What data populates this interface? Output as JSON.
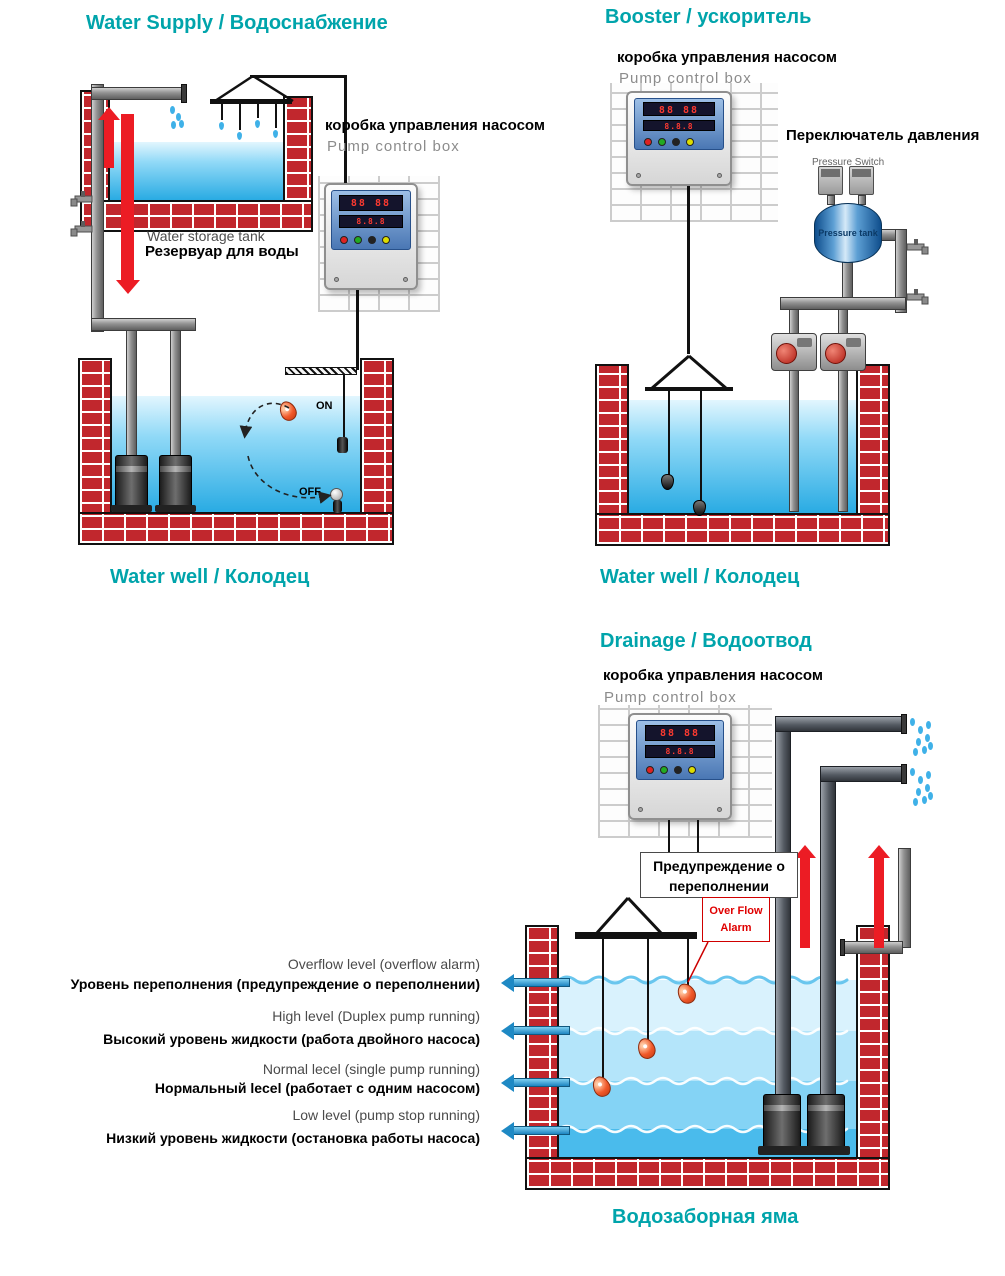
{
  "colors": {
    "teal": "#00a4ab",
    "brick": "#c1272d",
    "arrow_red": "#ec1c24",
    "water": "#29abe3"
  },
  "control_box": {
    "display": "88 88",
    "display2": "8.8.8"
  },
  "water_supply": {
    "title": "Water Supply / Водоснабжение",
    "box_label_ru": "коробка управления насосом",
    "box_label_en": "Pump control box",
    "tank_label_en": "Water storage tank",
    "tank_label_ru": "Резервуар для воды",
    "float_on": "ON",
    "float_off": "OFF",
    "well_label": "Water well / Колодец"
  },
  "booster": {
    "title": "Booster / ускоритель",
    "box_label_ru": "коробка управления насосом",
    "box_label_en": "Pump control box",
    "pressure_switch_ru": "Переключатель давления",
    "pressure_switch_en": "Pressure Switch",
    "pressure_tank_label": "Pressure tank",
    "well_label": "Water well / Колодец"
  },
  "drainage": {
    "title": "Drainage / Водоотвод",
    "box_label_ru": "коробка управления насосом",
    "box_label_en": "Pump control box",
    "overflow_warning": "Предупреждение о переполнении",
    "overflow_alarm": "Over Flow Alarm",
    "pit_label": "Водозаборная яма",
    "levels": [
      {
        "en": "Overflow level (overflow alarm)",
        "ru": "Уровень переполнения (предупреждение о переполнении)"
      },
      {
        "en": "High level (Duplex pump running)",
        "ru": "Высокий уровень жидкости (работа двойного насоса)"
      },
      {
        "en": "Normal lecel (single pump running)",
        "ru": "Нормальный lecel (работает с одним насосом)"
      },
      {
        "en": "Low level (pump stop running)",
        "ru": "Низкий уровень жидкости (остановка работы насоса)"
      }
    ]
  }
}
